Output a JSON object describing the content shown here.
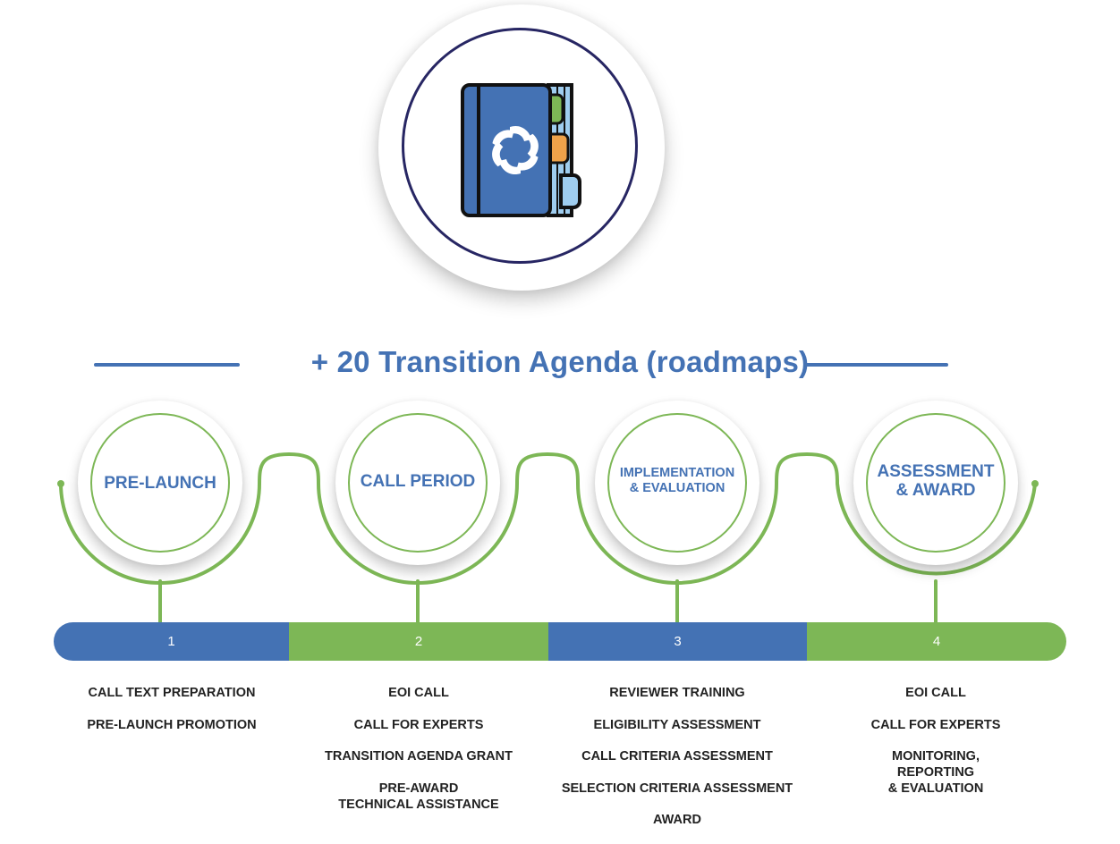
{
  "hero": {
    "icon": "notebook-logo-icon"
  },
  "heading": {
    "text": "+ 20 Transition Agenda (roadmaps)"
  },
  "colors": {
    "blue": "#4472b4",
    "green": "#7db756",
    "navy": "#272663",
    "text": "#222222"
  },
  "stages": [
    {
      "label": "PRE-LAUNCH",
      "number": "1",
      "color": "blue",
      "items": [
        "CALL TEXT PREPARATION",
        "PRE-LAUNCH PROMOTION"
      ]
    },
    {
      "label": "CALL PERIOD",
      "number": "2",
      "color": "green",
      "items": [
        "EOI CALL",
        "CALL FOR EXPERTS",
        "TRANSITION AGENDA GRANT",
        "PRE-AWARD\nTECHNICAL ASSISTANCE"
      ]
    },
    {
      "label": "IMPLEMENTATION\n& EVALUATION",
      "number": "3",
      "color": "blue",
      "items": [
        "REVIEWER TRAINING",
        "ELIGIBILITY ASSESSMENT",
        "CALL CRITERIA ASSESSMENT",
        "SELECTION CRITERIA ASSESSMENT",
        "AWARD"
      ]
    },
    {
      "label": "ASSESSMENT\n& AWARD",
      "number": "4",
      "color": "green",
      "items": [
        "EOI CALL",
        "CALL FOR EXPERTS",
        "MONITORING,\nREPORTING\n& EVALUATION"
      ]
    }
  ]
}
